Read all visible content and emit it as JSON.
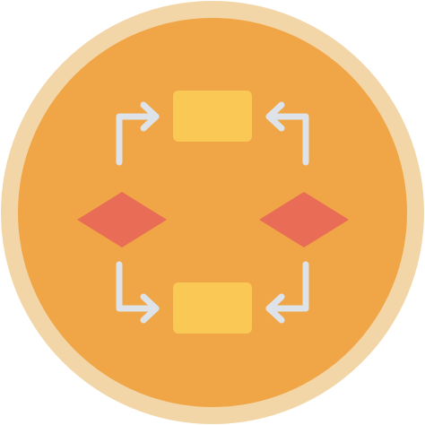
{
  "icon": {
    "name": "flowchart-icon",
    "shapes": {
      "process_boxes": 2,
      "decision_diamonds": 2,
      "connector_arrows": 4
    }
  },
  "colors": {
    "outer_ring": "#F3D6A8",
    "badge_fill": "#F0A646",
    "process_box": "#FAC855",
    "decision_diamond": "#E86C56",
    "arrow": "#DDE3E8"
  }
}
